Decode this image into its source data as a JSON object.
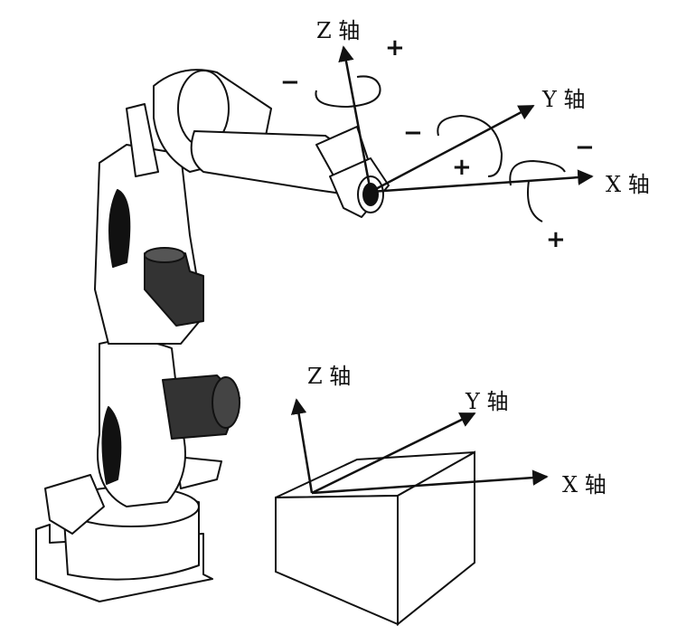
{
  "tool_frame": {
    "z_label": "Z 轴",
    "y_label": "Y 轴",
    "x_label": "X 轴",
    "z_plus": "+",
    "z_minus": "−",
    "y_plus": "+",
    "y_minus": "−",
    "x_plus": "+",
    "x_minus": "−"
  },
  "user_frame": {
    "z_label": "Z 轴",
    "y_label": "Y 轴",
    "x_label": "X 轴"
  }
}
